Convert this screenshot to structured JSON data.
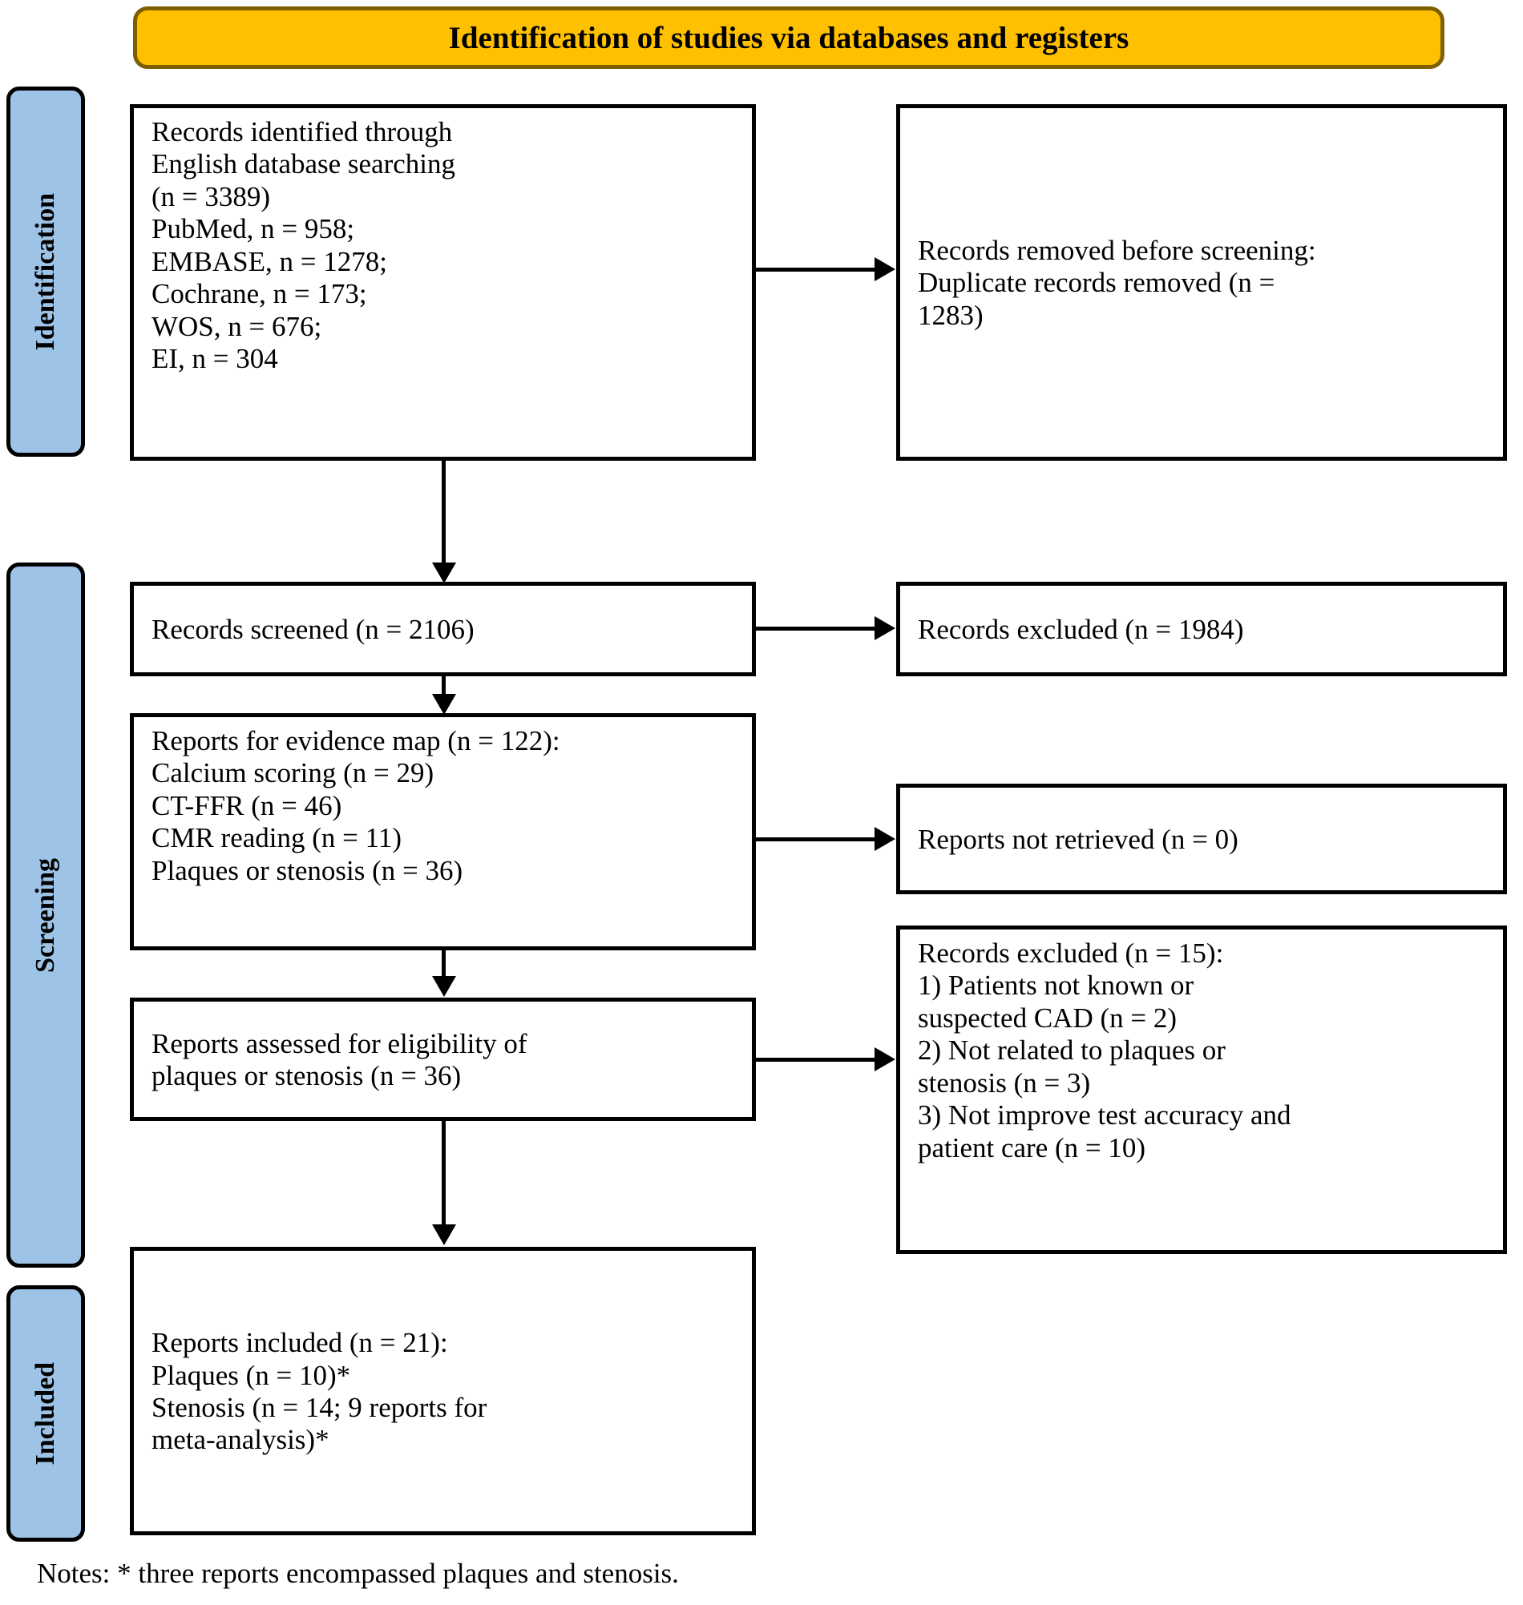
{
  "diagram": {
    "title": "Identification of studies via databases and registers",
    "colors": {
      "banner_fill": "#FFC000",
      "banner_border": "#7F6000",
      "phase_fill": "#9DC3E6",
      "box_border": "#000000",
      "text": "#000000"
    },
    "phases": [
      {
        "id": "identification",
        "label": "Identification"
      },
      {
        "id": "screening",
        "label": "Screening"
      },
      {
        "id": "included",
        "label": "Included"
      }
    ],
    "boxes": {
      "identified": {
        "text": "Records identified through\nEnglish database searching\n(n = 3389)\nPubMed, n = 958;\nEMBASE, n = 1278;\nCochrane, n = 173;\nWOS, n = 676;\nEI, n = 304"
      },
      "removed_before_screening": {
        "text": "Records removed before screening:\nDuplicate records removed (n =\n1283)"
      },
      "records_screened": {
        "text": "Records screened (n = 2106)"
      },
      "records_excluded_screen": {
        "text": "Records excluded (n = 1984)"
      },
      "evidence_map": {
        "text": "Reports for evidence map (n = 122):\nCalcium scoring (n = 29)\nCT-FFR (n = 46)\nCMR reading (n = 11)\nPlaques or stenosis (n = 36)"
      },
      "reports_not_retrieved": {
        "text": "Reports not retrieved (n = 0)"
      },
      "assessed_eligibility": {
        "text": "Reports assessed for eligibility of\nplaques or stenosis (n = 36)"
      },
      "records_excluded_eligibility": {
        "text": "Records excluded (n = 15):\n1) Patients not  known or\nsuspected CAD (n = 2)\n2) Not related to plaques or\nstenosis (n = 3)\n3) Not improve test accuracy and\npatient care (n = 10)"
      },
      "reports_included": {
        "text": "Reports included (n = 21):\nPlaques (n = 10)*\nStenosis (n = 14; 9 reports for\nmeta-analysis)*"
      }
    },
    "footnote": "Notes: * three reports encompassed plaques and stenosis."
  }
}
